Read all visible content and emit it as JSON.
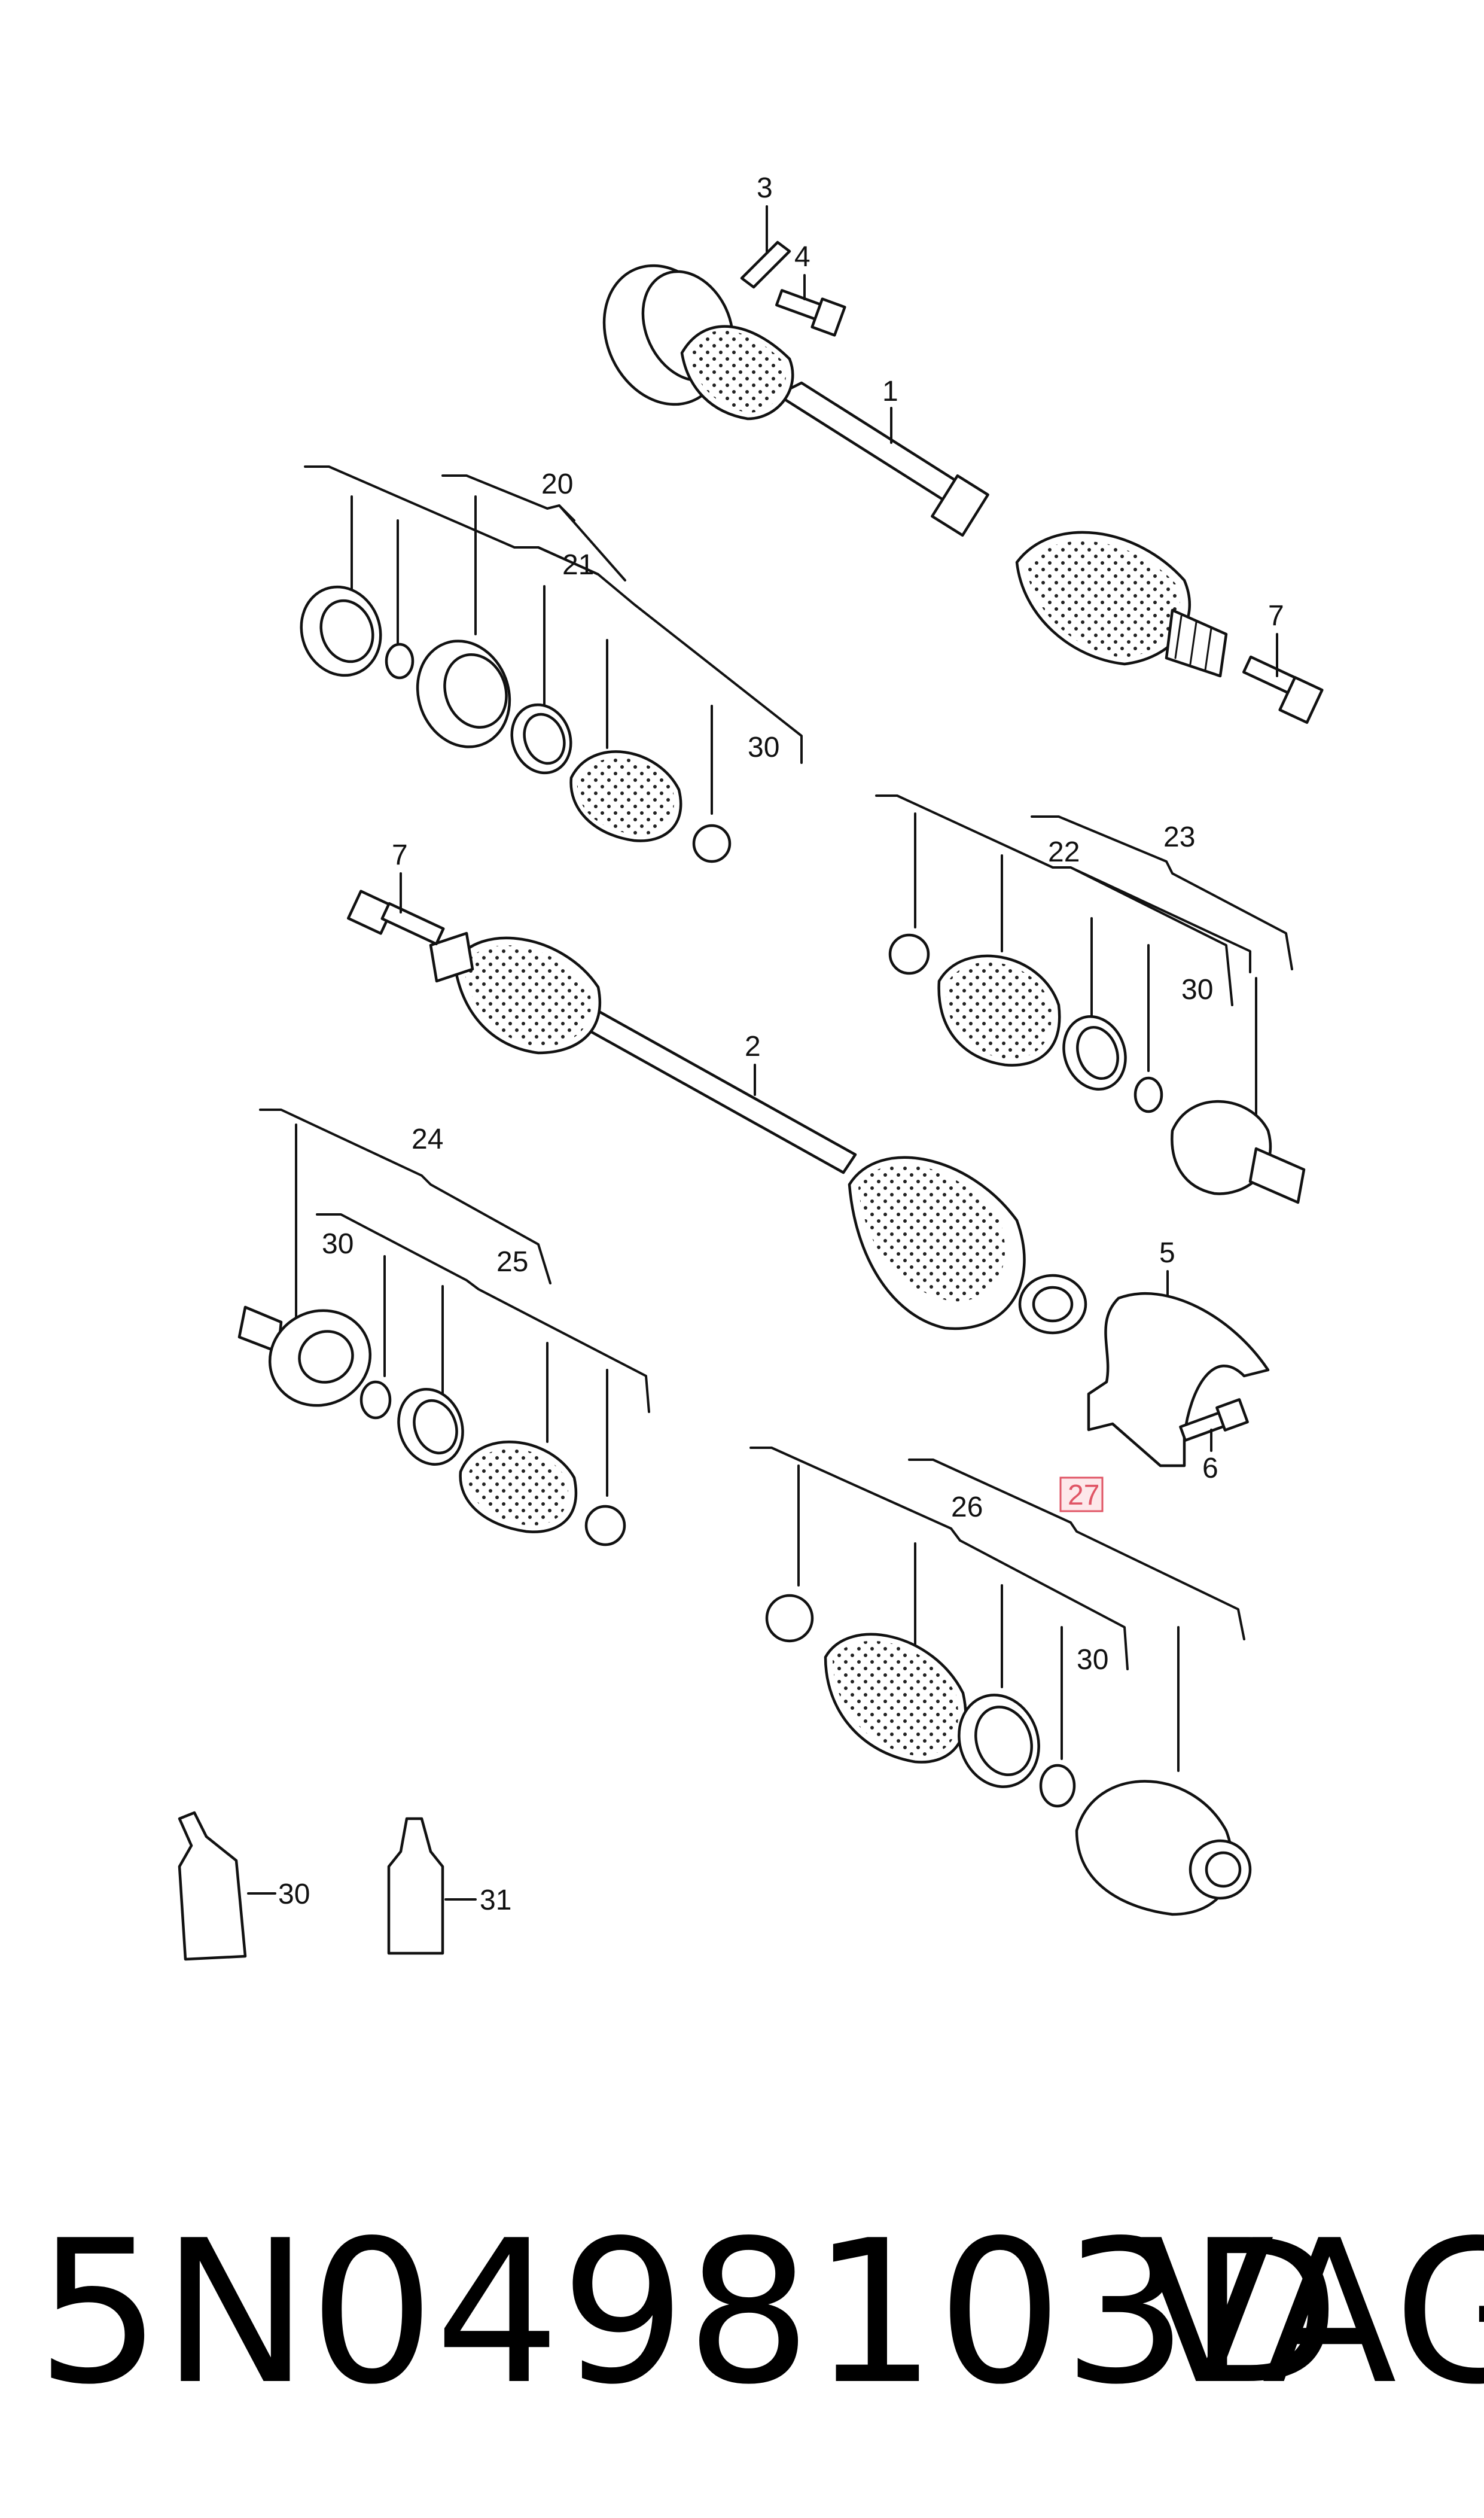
{
  "callouts": {
    "c1": "1",
    "c2": "2",
    "c3": "3",
    "c4": "4",
    "c5": "5",
    "c6": "6",
    "c7a": "7",
    "c7b": "7",
    "c20": "20",
    "c21": "21",
    "c22": "22",
    "c23": "23",
    "c24": "24",
    "c25": "25",
    "c26": "26",
    "c27": "27",
    "c30a": "30",
    "c30b": "30",
    "c30c": "30",
    "c30d": "30",
    "c30e": "30",
    "c31": "31"
  },
  "footer": {
    "part_number": "5N0498103D",
    "brand": "VAG"
  },
  "colors": {
    "highlight_fill": "#fde8ea",
    "highlight_border": "#e05565"
  }
}
